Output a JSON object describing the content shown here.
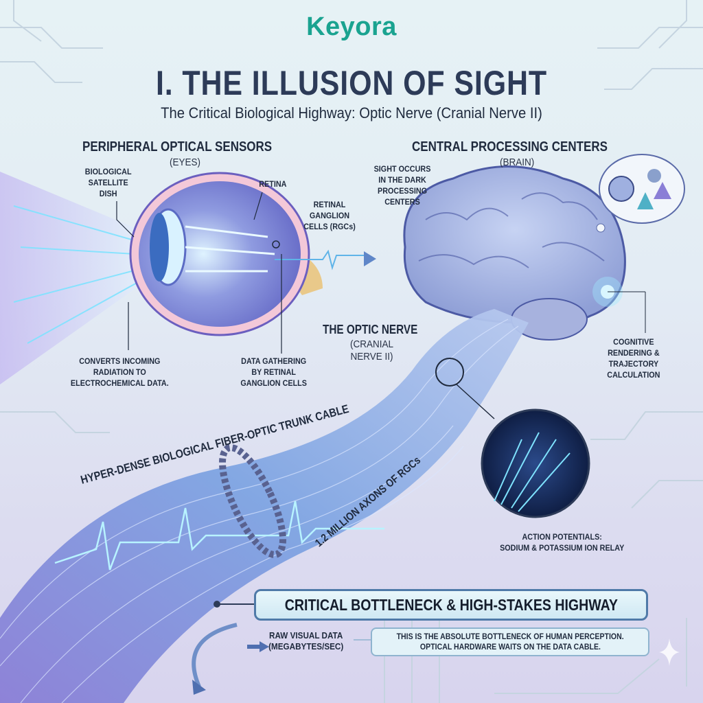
{
  "logo": "Keyora",
  "header": {
    "title": "I. THE ILLUSION OF SIGHT",
    "subtitle": "The Critical Biological Highway: Optic Nerve (Cranial Nerve II)"
  },
  "eyes": {
    "heading": "PERIPHERAL OPTICAL SENSORS",
    "subheading": "(EYES)",
    "labels": {
      "dish": [
        "BIOLOGICAL",
        "SATELLITE",
        "DISH"
      ],
      "retina": "RETINA",
      "rgc": [
        "RETINAL",
        "GANGLION",
        "CELLS (RGCs)"
      ],
      "converts": [
        "CONVERTS INCOMING",
        "RADIATION TO",
        "ELECTROCHEMICAL DATA."
      ],
      "gathering": [
        "DATA GATHERING",
        "BY RETINAL",
        "GANGLION CELLS"
      ]
    }
  },
  "brain": {
    "heading": "CENTRAL PROCESSING CENTERS",
    "subheading": "(BRAIN)",
    "labels": {
      "sight": [
        "SIGHT OCCURS",
        "IN THE DARK",
        "PROCESSING",
        "CENTERS"
      ],
      "cognitive": [
        "COGNITIVE",
        "RENDERING &",
        "TRAJECTORY",
        "CALCULATION"
      ]
    }
  },
  "nerve": {
    "title": "THE OPTIC NERVE",
    "subtitle": [
      "(CRANIAL",
      "NERVE II)"
    ],
    "cable_label": "HYPER-DENSE BIOLOGICAL FIBER-OPTIC TRUNK CABLE",
    "axons_label": "1.2 MILLION AXONS OF RGCs",
    "action": [
      "ACTION POTENTIALS:",
      "SODIUM & POTASSIUM ION RELAY"
    ]
  },
  "bottom": {
    "callout": "CRITICAL BOTTLENECK & HIGH-STAKES HIGHWAY",
    "raw": [
      "RAW VISUAL DATA",
      "(MEGABYTES/SEC)"
    ],
    "note": [
      "THIS IS THE ABSOLUTE BOTTLENECK OF HUMAN PERCEPTION.",
      "OPTICAL HARDWARE WAITS ON THE DATA CABLE."
    ]
  },
  "colors": {
    "brand": "#1aa390",
    "title": "#2d3b58",
    "cable": "#7d8fd8",
    "glow": "#7fe3ff"
  }
}
